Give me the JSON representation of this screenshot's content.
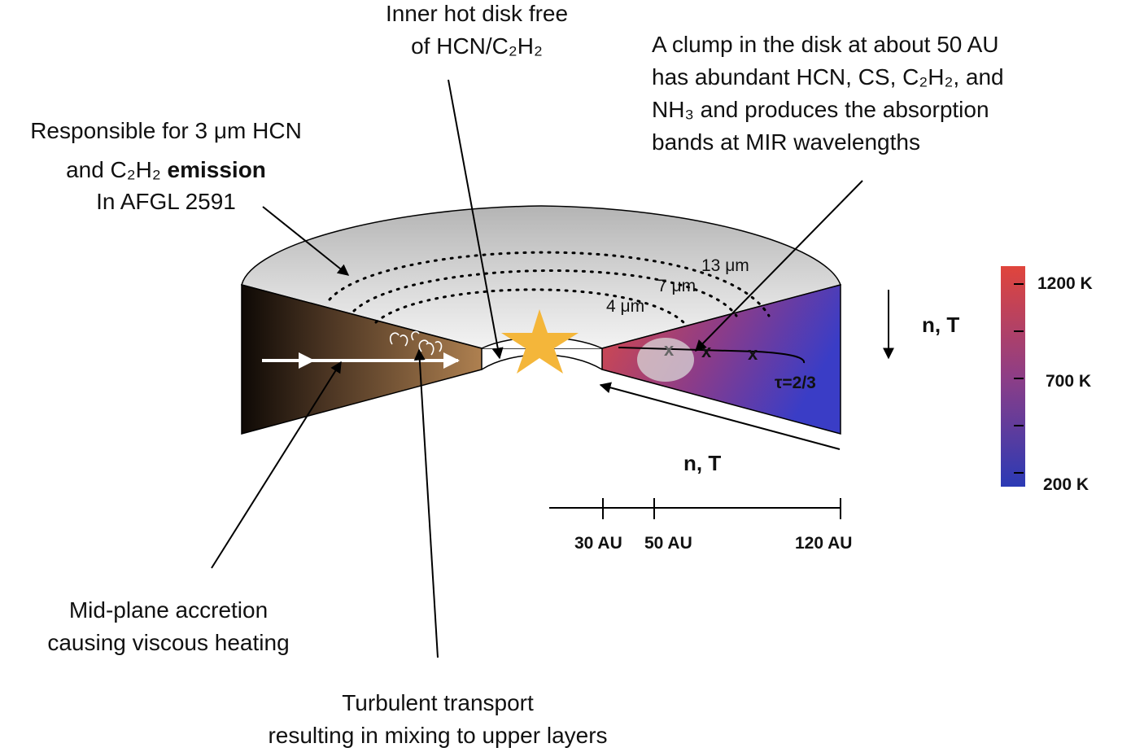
{
  "labels": {
    "inner_hot_disk": [
      "Inner hot disk free",
      "of HCN/C₂H₂"
    ],
    "clump": [
      "A clump in the disk at about 50 AU",
      "has abundant HCN, CS, C₂H₂, and",
      "NH₃ and produces the absorption",
      "bands at MIR wavelengths"
    ],
    "responsible_line1": "Responsible for 3 μm HCN",
    "responsible_line2_prefix": "and C₂H₂ ",
    "responsible_line2_bold": "emission",
    "responsible_line3": "In AFGL 2591",
    "midplane": [
      "Mid-plane accretion",
      "causing viscous heating"
    ],
    "turbulent": [
      "Turbulent transport",
      "resulting in mixing to upper layers"
    ],
    "tau": "τ=2/3",
    "n_t_vertical": "n, T",
    "n_t_horizontal": "n, T"
  },
  "wavelength_rings": [
    {
      "label": "13 μm"
    },
    {
      "label": "7 μm"
    },
    {
      "label": "4 μm"
    }
  ],
  "distance_axis": {
    "ticks": [
      "30 AU",
      "50 AU",
      "120 AU"
    ]
  },
  "colorbar": {
    "ticks": [
      "1200 K",
      "700 K",
      "200 K"
    ],
    "top_color": "#e0453c",
    "bottom_color": "#2b3ab5"
  },
  "colors": {
    "star": "#f4b63a",
    "disk_top": "#e4e4e4",
    "left_dark": "#0e0905",
    "left_light": "#ae8050",
    "right_red": "#dd4a44",
    "right_blue": "#3a3dc6",
    "clump": "#d8d8d8"
  }
}
